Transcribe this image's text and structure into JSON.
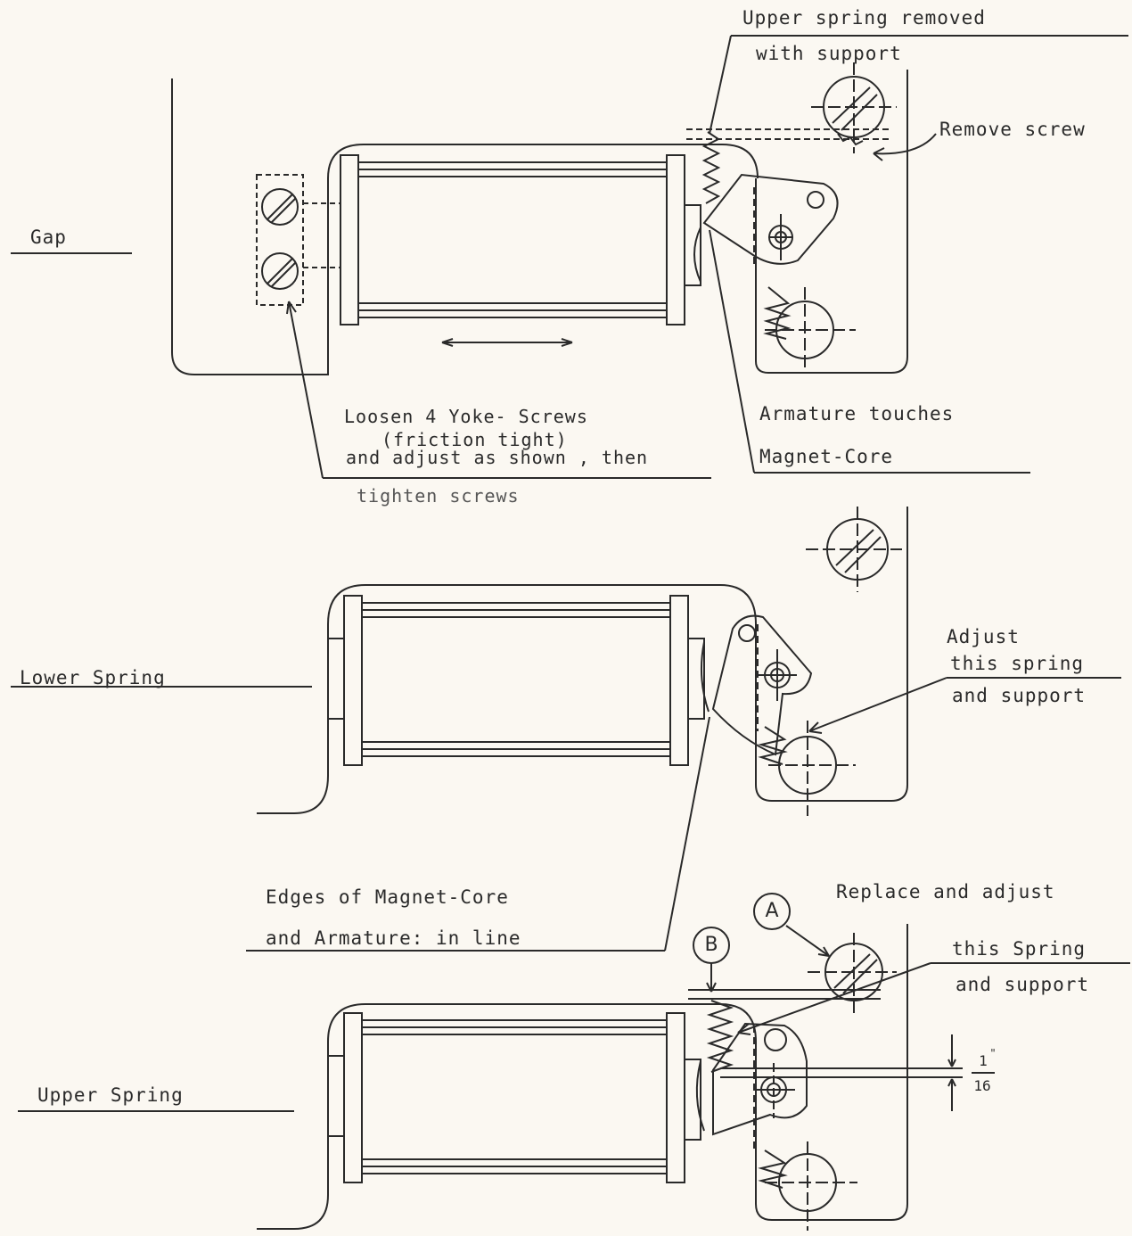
{
  "labels": {
    "upper_removed_1": "Upper spring removed",
    "upper_removed_2": "with support",
    "remove_screw": "Remove screw",
    "gap": "Gap",
    "loosen_1": "Loosen 4 Yoke- Screws",
    "loosen_2": "(friction tight)",
    "loosen_3": "and adjust as shown , then",
    "loosen_4": "tighten screws",
    "armature_1": "Armature touches",
    "armature_2": "Magnet-Core",
    "lower_spring": "Lower Spring",
    "adjust_1": "Adjust",
    "adjust_2": "this spring",
    "adjust_3": "and support",
    "edges_1": "Edges of Magnet-Core",
    "edges_2": "and Armature: in line",
    "replace_1": "Replace and adjust",
    "replace_2": "this Spring",
    "replace_3": "and support",
    "upper_spring": "Upper Spring",
    "marker_a": "A",
    "marker_b": "B",
    "frac_num": "1",
    "frac_den": "16",
    "frac_unit": "\""
  },
  "colors": {
    "ink": "#2a2a2a",
    "paper": "#fbf8f2"
  }
}
